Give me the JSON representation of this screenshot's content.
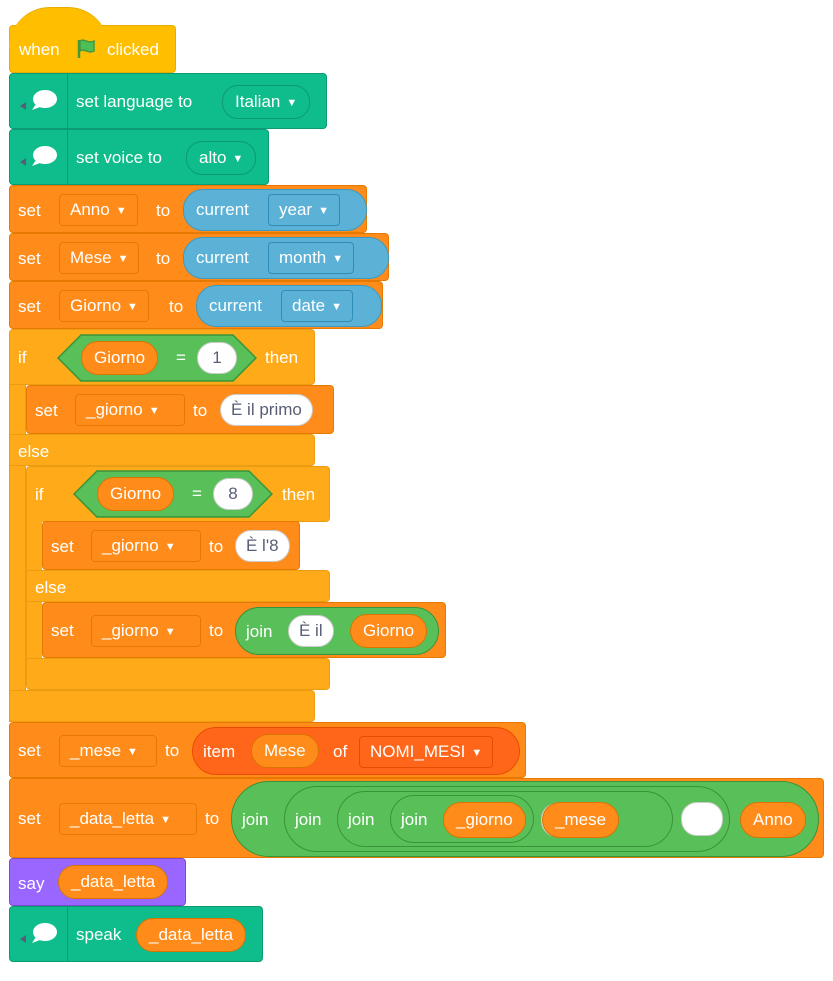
{
  "hat": {
    "when": "when",
    "clicked": "clicked"
  },
  "tts1": {
    "label": "set language to",
    "value": "Italian"
  },
  "tts2": {
    "label": "set voice to",
    "value": "alto"
  },
  "set": "set",
  "to": "to",
  "rows": [
    {
      "var": "Anno",
      "sense_label": "current",
      "sense_value": "year"
    },
    {
      "var": "Mese",
      "sense_label": "current",
      "sense_value": "month"
    },
    {
      "var": "Giorno",
      "sense_label": "current",
      "sense_value": "date"
    }
  ],
  "if1": {
    "if": "if",
    "reporter": "Giorno",
    "op": "=",
    "value": "1",
    "then": "then",
    "set_var": "_giorno",
    "set_value": "È il primo",
    "else": "else"
  },
  "if2": {
    "if": "if",
    "reporter": "Giorno",
    "op": "=",
    "value": "8",
    "then": "then",
    "set_var": "_giorno",
    "set_value": "È l'8",
    "else": "else",
    "else_var": "_giorno",
    "join": "join",
    "join_text": "È il",
    "join_reporter": "Giorno"
  },
  "mese_row": {
    "var": "_mese",
    "item": "item",
    "index": "Mese",
    "of": "of",
    "list": "NOMI_MESI"
  },
  "data_row": {
    "var": "_data_letta",
    "join": "join",
    "r1": "_giorno",
    "in1": "",
    "r2": "_mese",
    "in2": "",
    "r3": "Anno"
  },
  "say": {
    "label": "say",
    "value": "_data_letta"
  },
  "speak": {
    "label": "speak",
    "value": "_data_letta"
  }
}
